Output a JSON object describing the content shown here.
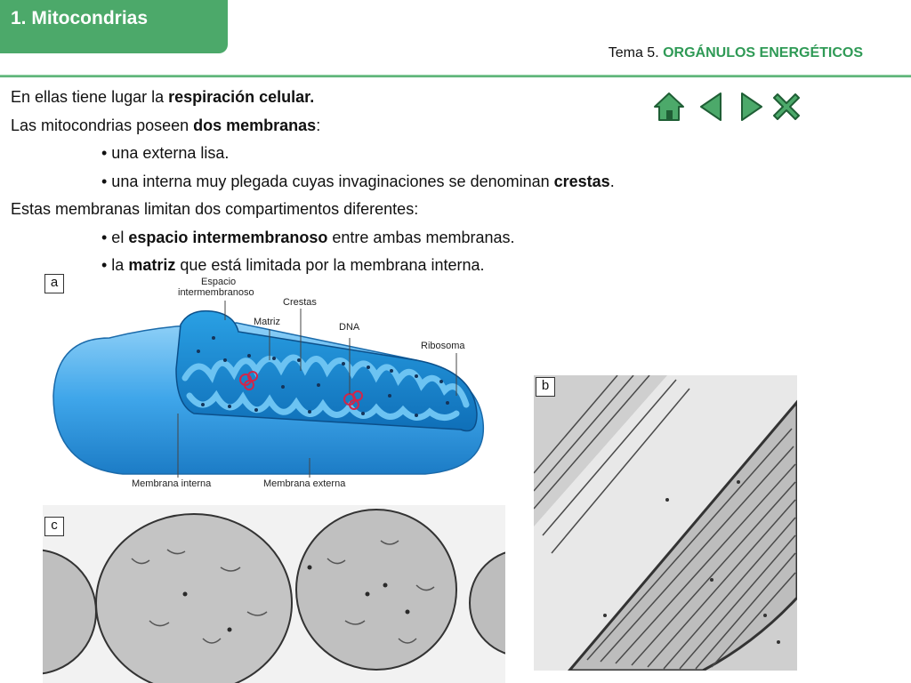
{
  "header": {
    "section_title": "1. Mitocondrias",
    "subject_prefix": "Tema 5.",
    "subject_accent": "ORGÁNULOS ENERGÉTICOS"
  },
  "body": {
    "line1_pre": "En ellas tiene lugar la ",
    "line1_bold": "respiración celular.",
    "line2_pre": "Las mitocondrias poseen ",
    "line2_bold": "dos membranas",
    "line2_post": ":",
    "line3": "• una externa lisa.",
    "line4_pre": "• una interna muy plegada cuyas invaginaciones se denominan ",
    "line4_bold": "crestas",
    "line4_post": ".",
    "line5": "Estas membranas limitan dos compartimentos diferentes:",
    "line6_pre": "• el ",
    "line6_bold": "espacio intermembranoso",
    "line6_post": " entre ambas membranas.",
    "line7_pre": "• la ",
    "line7_bold": "matriz",
    "line7_post": " que está limitada por la membrana interna."
  },
  "nav": {
    "home_icon": "home-icon",
    "prev_icon": "arrow-left-icon",
    "next_icon": "arrow-right-icon",
    "close_icon": "close-x-icon",
    "color": "#2f9a56"
  },
  "figure": {
    "panel_a": "a",
    "panel_b": "b",
    "panel_c": "c",
    "labels": {
      "espacio1": "Espacio",
      "espacio2": "intermembranoso",
      "crestas": "Crestas",
      "matriz": "Matriz",
      "dna": "DNA",
      "ribosoma": "Ribosoma",
      "membrana_interna": "Membrana interna",
      "membrana_externa": "Membrana externa"
    }
  }
}
